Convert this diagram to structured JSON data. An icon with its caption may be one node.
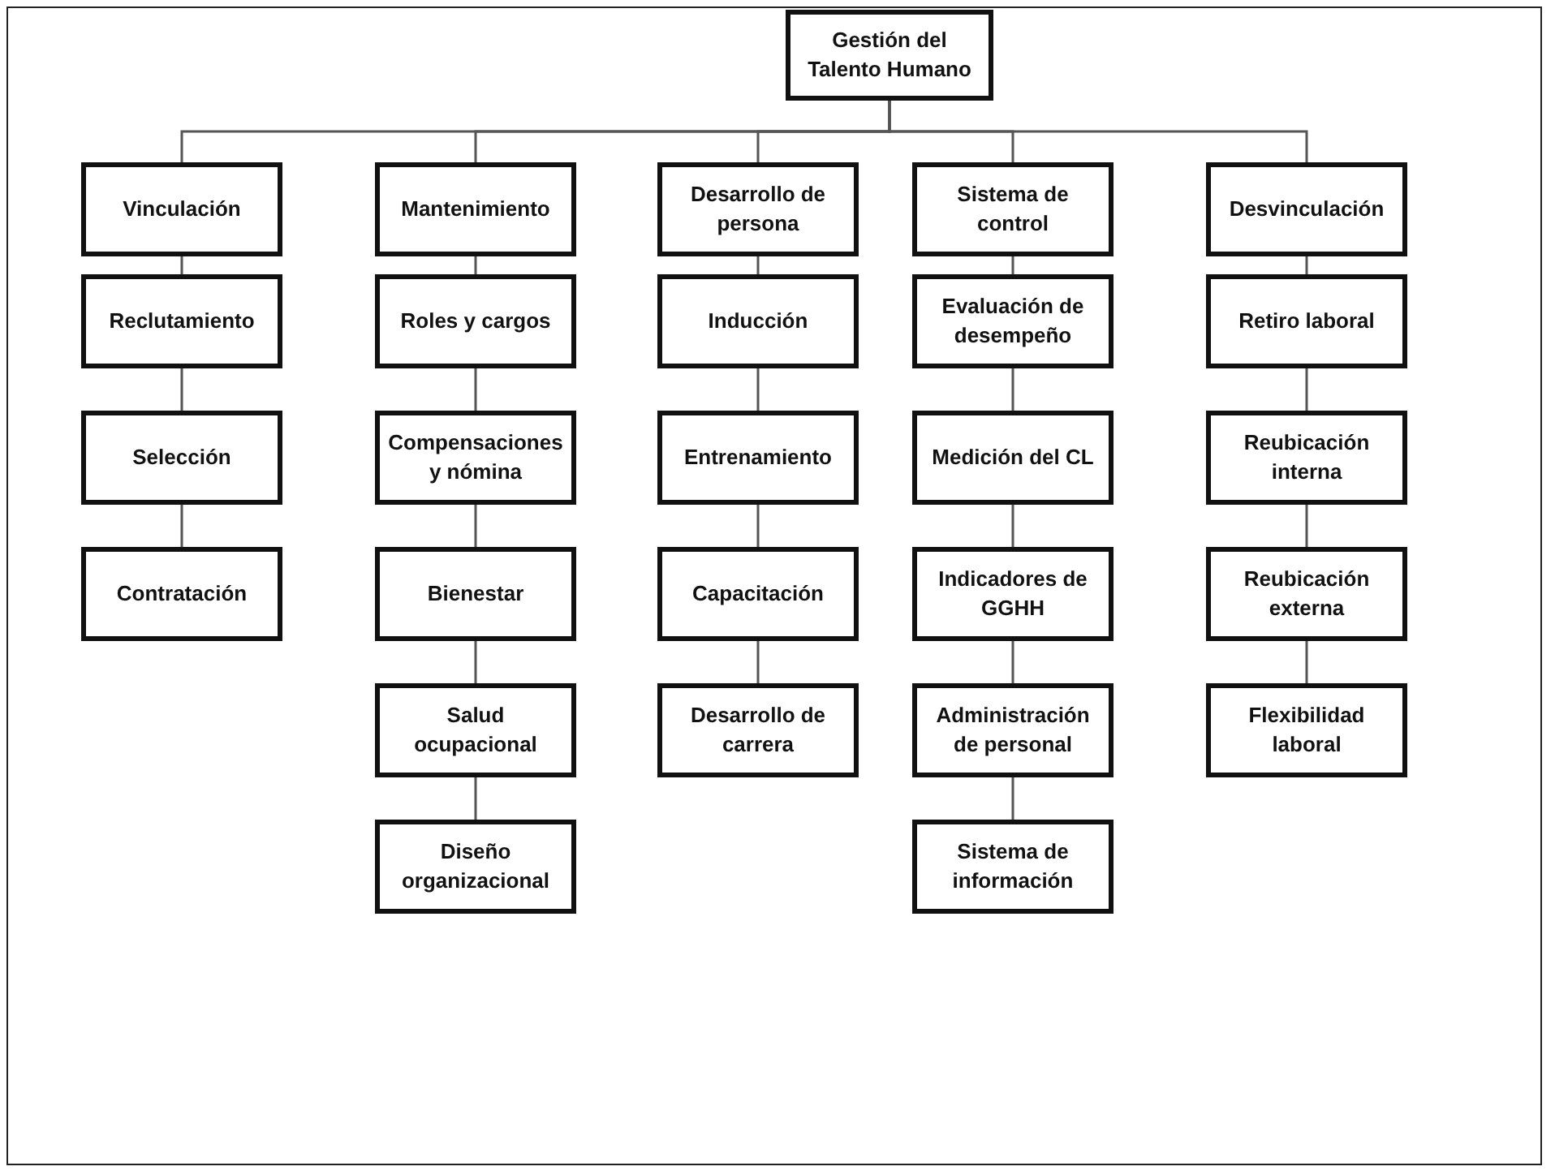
{
  "diagram": {
    "nodes": [
      {
        "text": [
          "Gestión del Talento Humano"
        ]
      },
      {
        "text": [
          "Vinculación"
        ]
      },
      {
        "text": [
          "Mantenimiento"
        ]
      },
      {
        "text": [
          "Desarrollo de persona"
        ]
      },
      {
        "text": [
          "Sistema de control"
        ]
      },
      {
        "text": [
          "Desvinculación"
        ]
      },
      {
        "text": [
          "Reclutamiento"
        ]
      },
      {
        "text": [
          "Selección"
        ]
      },
      {
        "text": [
          "Contratación"
        ]
      },
      {
        "text": [
          "Roles y cargos"
        ]
      },
      {
        "text": [
          "Compensaciones y nómina"
        ]
      },
      {
        "text": [
          "Bienestar"
        ]
      },
      {
        "text": [
          "Salud ocupacional"
        ]
      },
      {
        "text": [
          "Diseño organizacional"
        ]
      },
      {
        "text": [
          "Inducción"
        ]
      },
      {
        "text": [
          "Entrenamiento"
        ]
      },
      {
        "text": [
          "Capacitación"
        ]
      },
      {
        "text": [
          "Desarrollo de carrera"
        ]
      },
      {
        "text": [
          "Evaluación de desempeño"
        ]
      },
      {
        "text": [
          "Medición del CL"
        ]
      },
      {
        "text": [
          "Indicadores de GGHH"
        ]
      },
      {
        "text": [
          "Administración de personal"
        ]
      },
      {
        "text": [
          "Sistema de información"
        ]
      },
      {
        "text": [
          "Retiro laboral"
        ]
      },
      {
        "text": [
          "Reubicación interna"
        ]
      },
      {
        "text": [
          "Reubicación externa"
        ]
      },
      {
        "text": [
          "Flexibilidad laboral"
        ]
      }
    ],
    "edges": [
      {
        "from": 0,
        "to": 1,
        "arrow": "none"
      },
      {
        "from": 0,
        "to": 2,
        "arrow": "none"
      },
      {
        "from": 0,
        "to": 3,
        "arrow": "none"
      },
      {
        "from": 0,
        "to": 4,
        "arrow": "none"
      },
      {
        "from": 0,
        "to": 5,
        "arrow": "none"
      },
      {
        "from": 1,
        "to": 6,
        "arrow": "none"
      },
      {
        "from": 6,
        "to": 7,
        "arrow": "none"
      },
      {
        "from": 7,
        "to": 8,
        "arrow": "none"
      },
      {
        "from": 2,
        "to": 9,
        "arrow": "none"
      },
      {
        "from": 9,
        "to": 10,
        "arrow": "none"
      },
      {
        "from": 10,
        "to": 11,
        "arrow": "none"
      },
      {
        "from": 11,
        "to": 12,
        "arrow": "none"
      },
      {
        "from": 12,
        "to": 13,
        "arrow": "none"
      },
      {
        "from": 3,
        "to": 14,
        "arrow": "none"
      },
      {
        "from": 14,
        "to": 15,
        "arrow": "none"
      },
      {
        "from": 15,
        "to": 16,
        "arrow": "none"
      },
      {
        "from": 16,
        "to": 17,
        "arrow": "none"
      },
      {
        "from": 4,
        "to": 18,
        "arrow": "none"
      },
      {
        "from": 18,
        "to": 19,
        "arrow": "none"
      },
      {
        "from": 19,
        "to": 20,
        "arrow": "none"
      },
      {
        "from": 20,
        "to": 21,
        "arrow": "none"
      },
      {
        "from": 21,
        "to": 22,
        "arrow": "none"
      },
      {
        "from": 5,
        "to": 23,
        "arrow": "none"
      },
      {
        "from": 23,
        "to": 24,
        "arrow": "none"
      },
      {
        "from": 24,
        "to": 25,
        "arrow": "none"
      },
      {
        "from": 25,
        "to": 26,
        "arrow": "none"
      }
    ]
  }
}
